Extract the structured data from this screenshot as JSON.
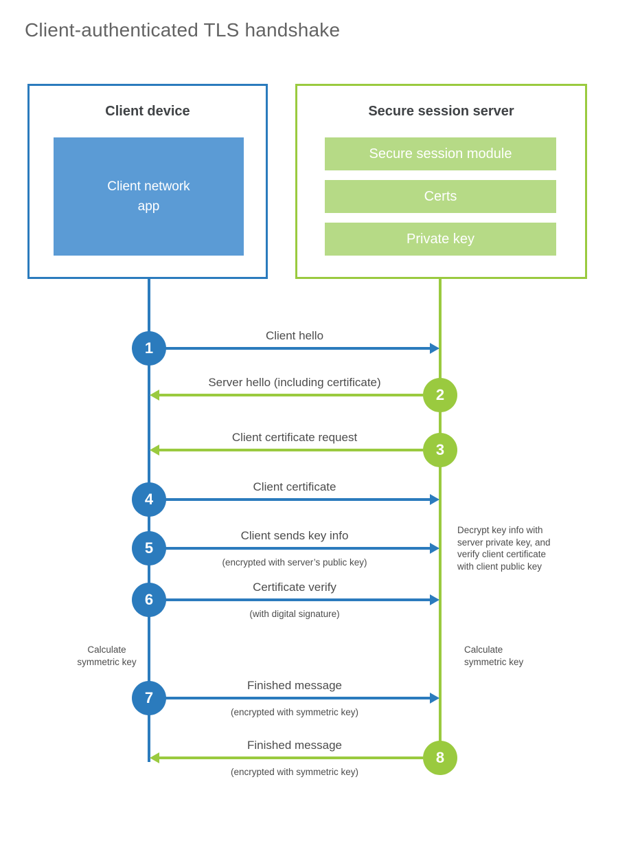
{
  "title": "Client-authenticated TLS handshake",
  "client": {
    "title": "Client device",
    "app": "Client network\napp"
  },
  "server": {
    "title": "Secure session server",
    "modules": [
      "Secure session module",
      "Certs",
      "Private key"
    ]
  },
  "messages": [
    {
      "num": "1",
      "direction": "client-to-server",
      "label": "Client hello"
    },
    {
      "num": "2",
      "direction": "server-to-client",
      "label": "Server hello (including certificate)"
    },
    {
      "num": "3",
      "direction": "server-to-client",
      "label": "Client certificate request"
    },
    {
      "num": "4",
      "direction": "client-to-server",
      "label": "Client certificate"
    },
    {
      "num": "5",
      "direction": "client-to-server",
      "label": "Client sends key info",
      "sub": "(encrypted with server’s public key)"
    },
    {
      "num": "6",
      "direction": "client-to-server",
      "label": "Certificate verify",
      "sub": "(with digital signature)"
    },
    {
      "num": "7",
      "direction": "client-to-server",
      "label": "Finished message",
      "sub": "(encrypted with symmetric key)"
    },
    {
      "num": "8",
      "direction": "server-to-client",
      "label": "Finished message",
      "sub": "(encrypted with symmetric key)"
    }
  ],
  "notes": {
    "decrypt": "Decrypt key info with\nserver private key, and\nverify client certificate\nwith client public key",
    "calculate_left": "Calculate\nsymmetric key",
    "calculate_right": "Calculate\nsymmetric key"
  },
  "colors": {
    "blue": "#2b7bbd",
    "light_blue": "#5b9bd5",
    "green": "#9aca3f",
    "light_green": "#b6da86",
    "text": "#4c4c4c"
  }
}
